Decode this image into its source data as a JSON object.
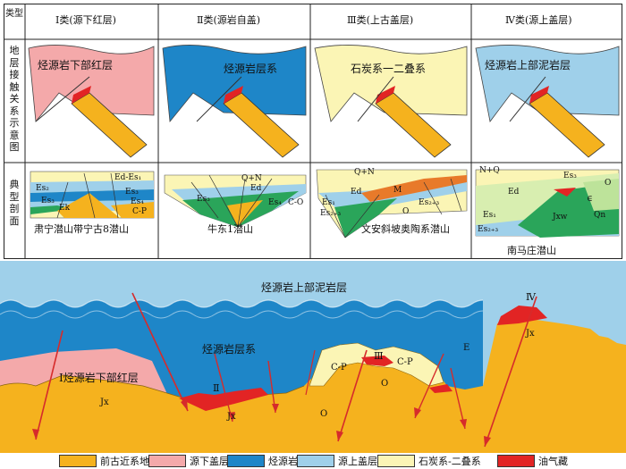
{
  "table": {
    "corner": "类型",
    "columns": [
      "Ⅰ类(源下红层)",
      "Ⅱ类(源岩自盖)",
      "Ⅲ类(上古盖层)",
      "Ⅳ类(源上盖层)"
    ],
    "row1_label": "地层接触关系示意图",
    "row2_label": "典型剖面",
    "schematic_labels": [
      "烃源岩下部红层",
      "烃源岩层系",
      "石炭系一二叠系",
      "烃源岩上部泥岩层"
    ],
    "sections": [
      "肃宁潜山带宁古8潜山",
      "牛东1潜山",
      "文安斜坡奥陶系潜山",
      "南马庄潜山"
    ],
    "section_labels": {
      "s1": [
        "Ed-Es₁",
        "Es₂",
        "Es₃",
        "Es₃",
        "Es₄",
        "Ek",
        "C-P"
      ],
      "s2": [
        "Q+N",
        "Ed",
        "Es₃",
        "Es₄",
        "C-O"
      ],
      "s3": [
        "Q+N",
        "Ed",
        "Es₁",
        "Es₂₊₃",
        "Es₂₊₃",
        "M",
        "O"
      ],
      "s4": [
        "N+Q",
        "Ed",
        "Es₁",
        "Es₂₊₃",
        "Es₃",
        "O",
        "∈",
        "Qn",
        "Jxw"
      ]
    }
  },
  "main": {
    "top_label": "烃源岩上部泥岩层",
    "middle_label": "烃源岩层系",
    "red_label": "Ⅰ烃源岩下部红层",
    "type_labels": [
      "Ⅰ",
      "Ⅱ",
      "Ⅲ",
      "Ⅳ"
    ],
    "unit_labels": [
      "Jx",
      "Jx",
      "C-P",
      "C-P",
      "O",
      "O",
      "E",
      "Jx"
    ]
  },
  "legend": [
    {
      "label": "前古近系地层",
      "color": "#f5b21e"
    },
    {
      "label": "源下盖层",
      "color": "#f4a9aa"
    },
    {
      "label": "烃源岩",
      "color": "#1e86c8"
    },
    {
      "label": "源上盖层",
      "color": "#9fd0ea"
    },
    {
      "label": "石炭系-二叠系",
      "color": "#fbf5b5"
    },
    {
      "label": "油气藏",
      "color": "#e22424"
    }
  ]
}
